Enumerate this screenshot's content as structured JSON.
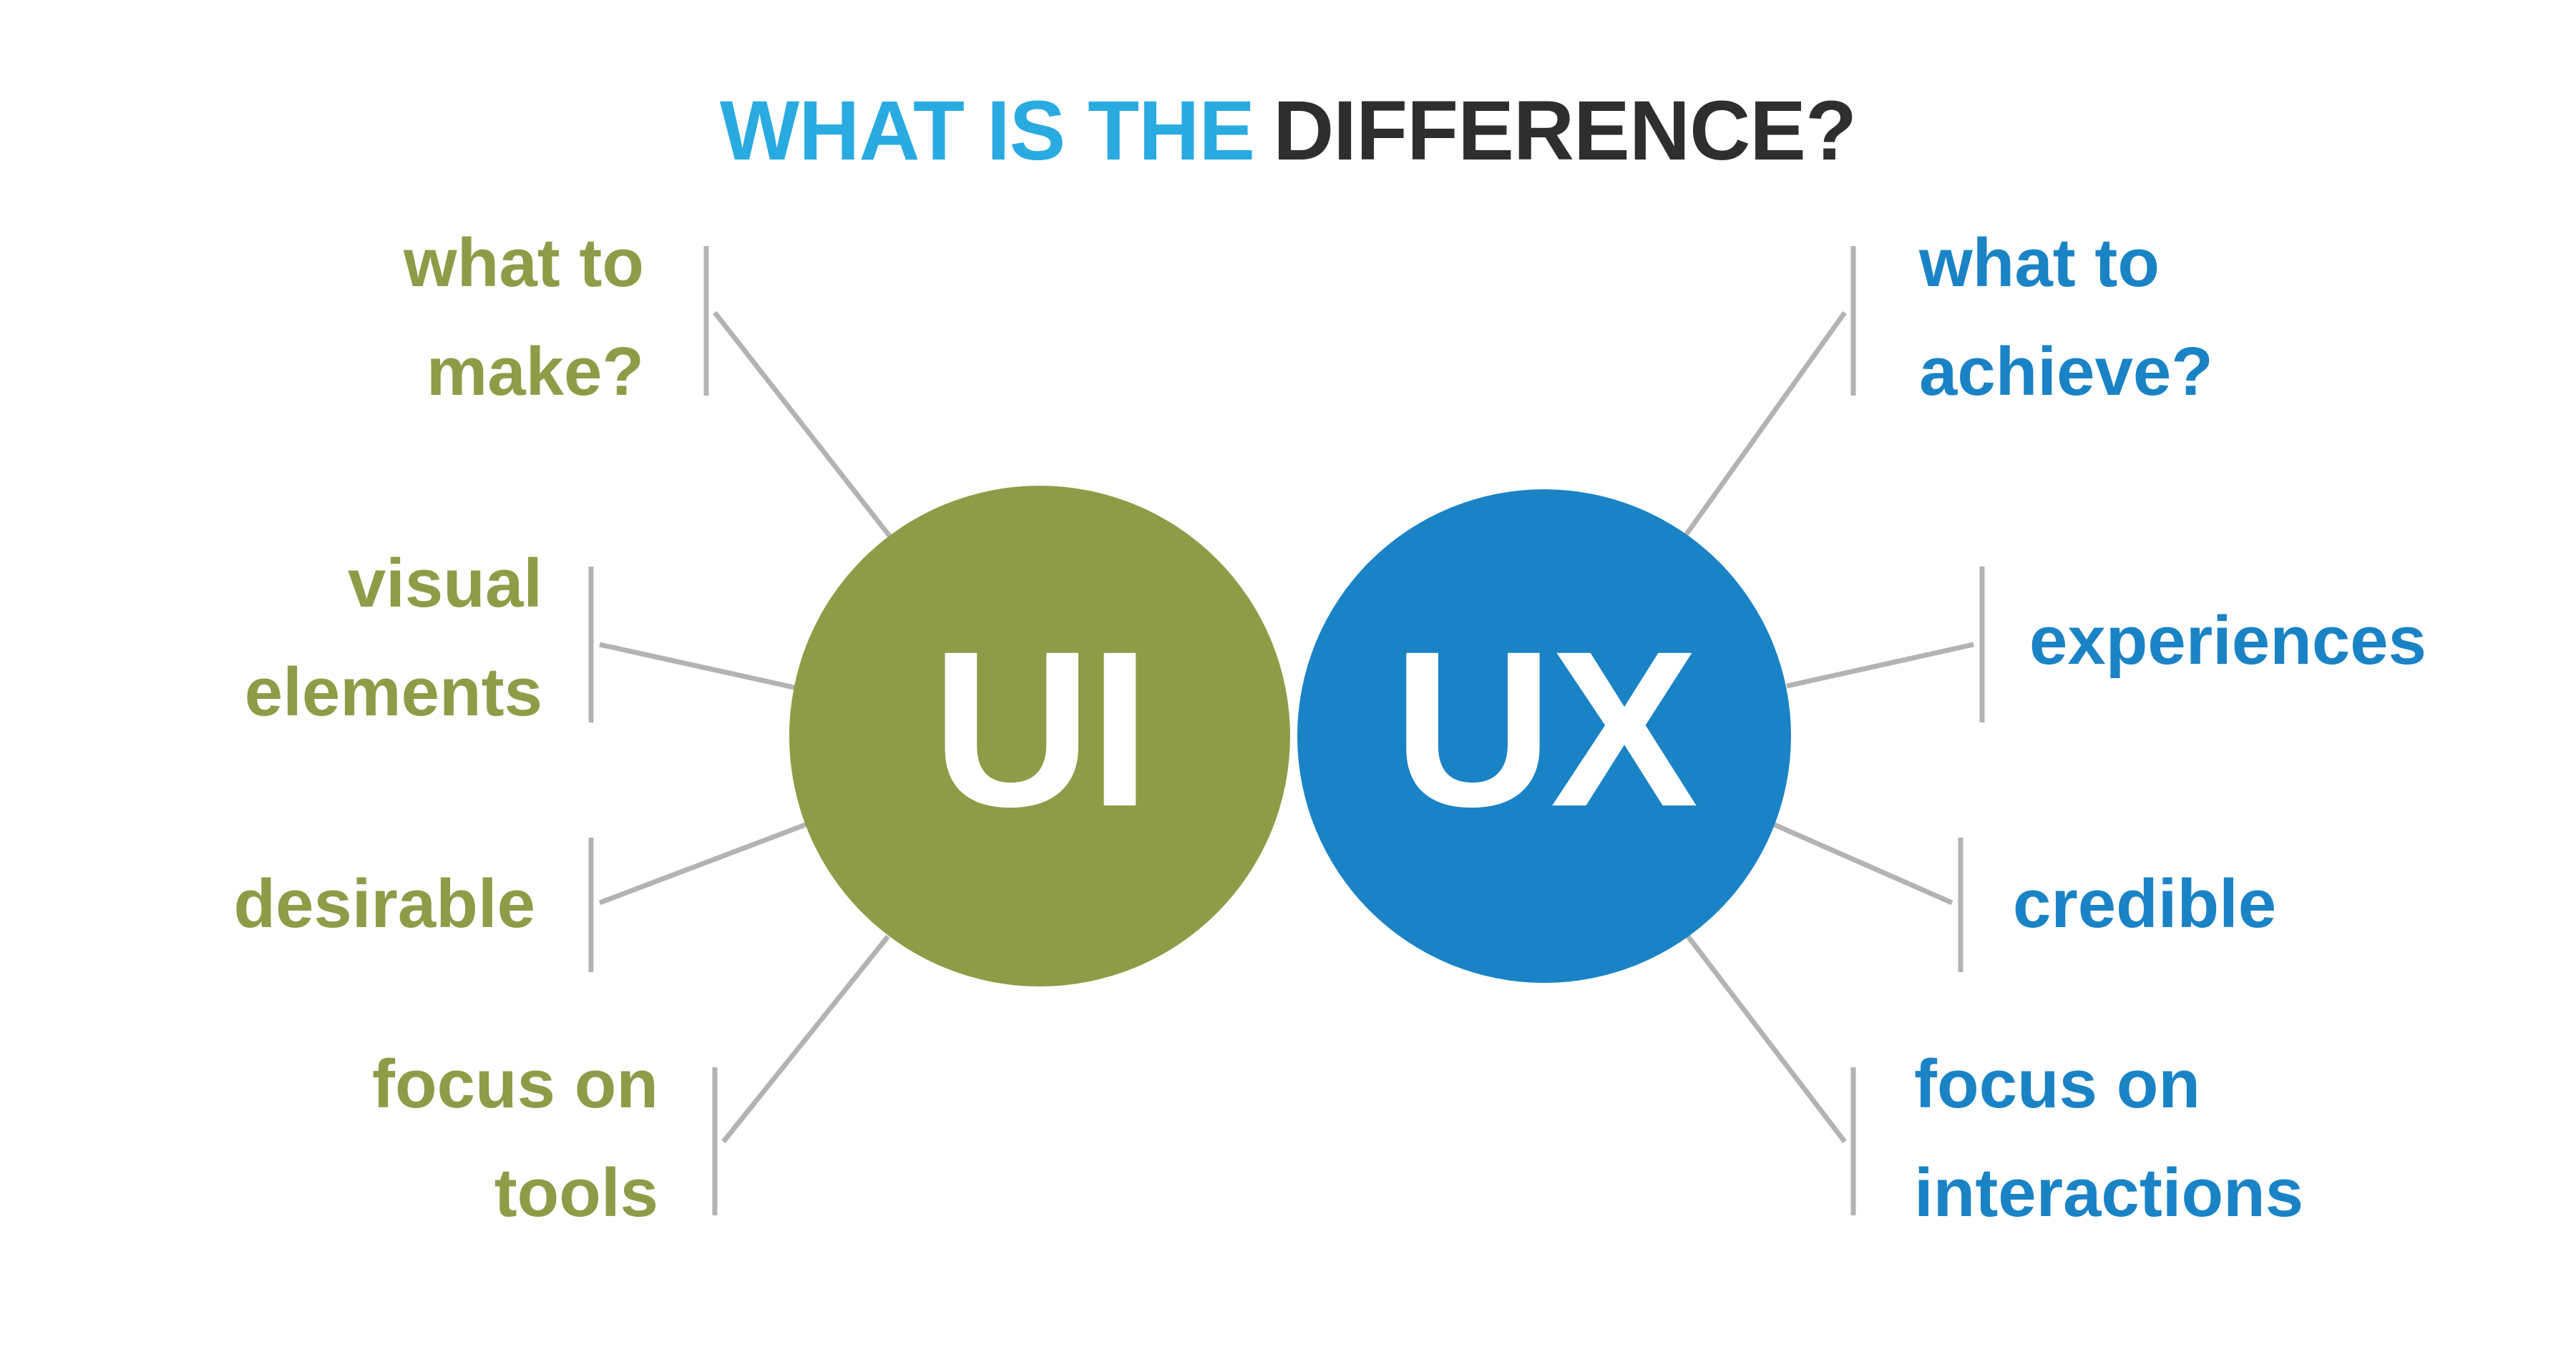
{
  "title": {
    "part1": "WHAT IS THE",
    "part2": "DIFFERENCE?"
  },
  "circles": {
    "ui": "UI",
    "ux": "UX"
  },
  "labels": {
    "left": [
      {
        "text": "what to\nmake?"
      },
      {
        "text": "visual\nelements"
      },
      {
        "text": "desirable"
      },
      {
        "text": "focus on\ntools"
      }
    ],
    "right": [
      {
        "text": "what to\nachieve?"
      },
      {
        "text": "experiences"
      },
      {
        "text": "credible"
      },
      {
        "text": "focus on\ninteractions"
      }
    ]
  },
  "colors": {
    "olive": "#8E9C47",
    "blue": "#1A83C6",
    "blue_bright": "#29ABE2",
    "dark": "#2E2E2E",
    "line": "#B3B3B3",
    "bg": "#FFFFFF"
  }
}
